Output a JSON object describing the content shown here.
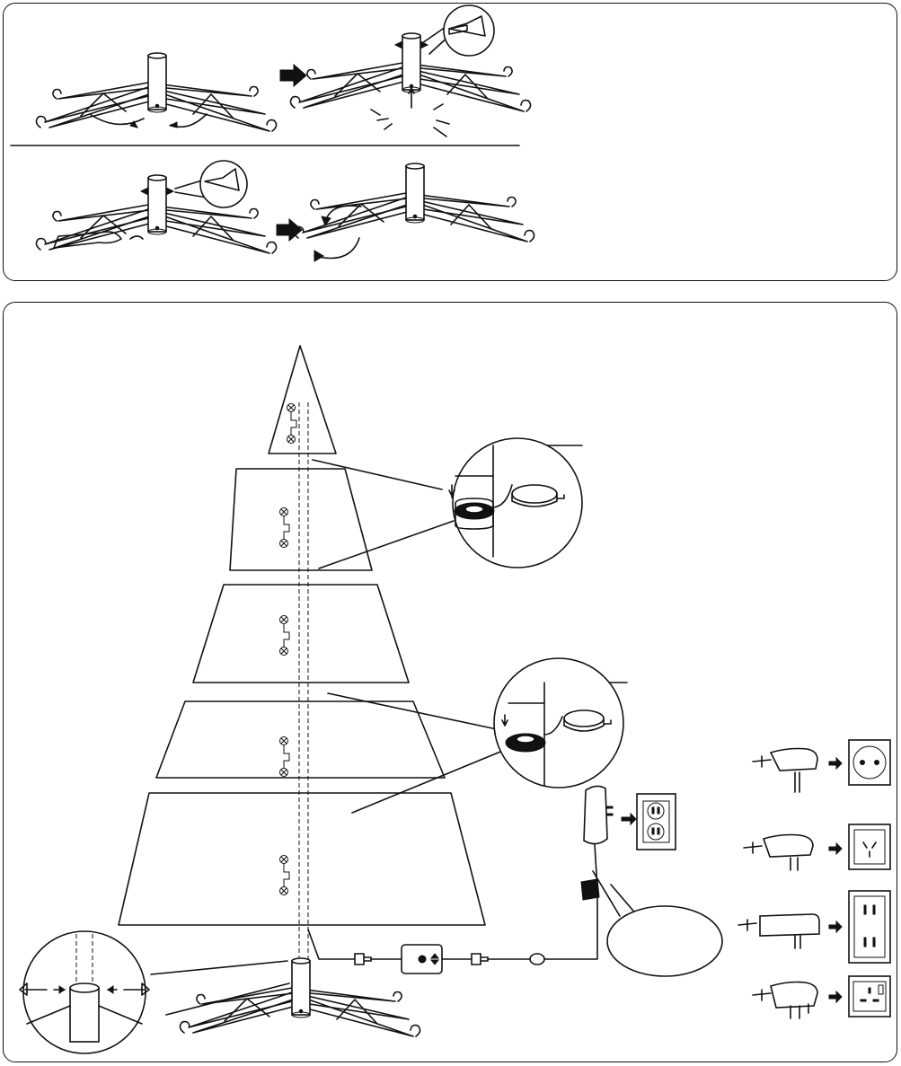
{
  "diagram": {
    "panels": [
      {
        "id": "stand-assembly",
        "steps": 4
      },
      {
        "id": "tree-assembly",
        "tiers": 5
      }
    ],
    "plug_types": [
      "eu-plug",
      "cn-plug",
      "us-plug",
      "uk-plug"
    ],
    "callout_text": "",
    "colors": {
      "line": "#111111",
      "background": "#ffffff"
    }
  }
}
